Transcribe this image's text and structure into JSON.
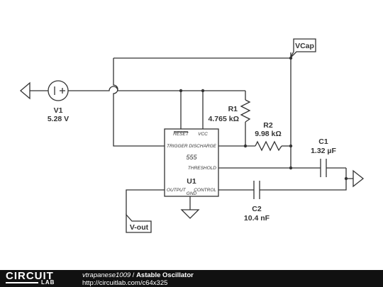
{
  "components": {
    "v1": {
      "name": "V1",
      "value": "5.28 V"
    },
    "r1": {
      "name": "R1",
      "value": "4.765 kΩ"
    },
    "r2": {
      "name": "R2",
      "value": "9.98 kΩ"
    },
    "c1": {
      "name": "C1",
      "value": "1.32 µF"
    },
    "c2": {
      "name": "C2",
      "value": "10.4 nF"
    },
    "u1": {
      "name": "U1",
      "part": "555",
      "pins": {
        "reset": "RESET",
        "vcc": "VCC",
        "trigger": "TRIGGER",
        "discharge": "DISCHARGE",
        "threshold": "THRESHOLD",
        "output": "OUTPUT",
        "gnd": "GND",
        "control": "CONTROL"
      }
    }
  },
  "net_labels": {
    "vcap": "VCap",
    "vout": "V-out"
  },
  "footer": {
    "logo_top": "CIRCUIT",
    "logo_bottom": "LAB",
    "username": "vtrapanese1009",
    "separator": " / ",
    "title": "Astable Oscillator",
    "url": "http://circuitlab.com/c64x325"
  }
}
